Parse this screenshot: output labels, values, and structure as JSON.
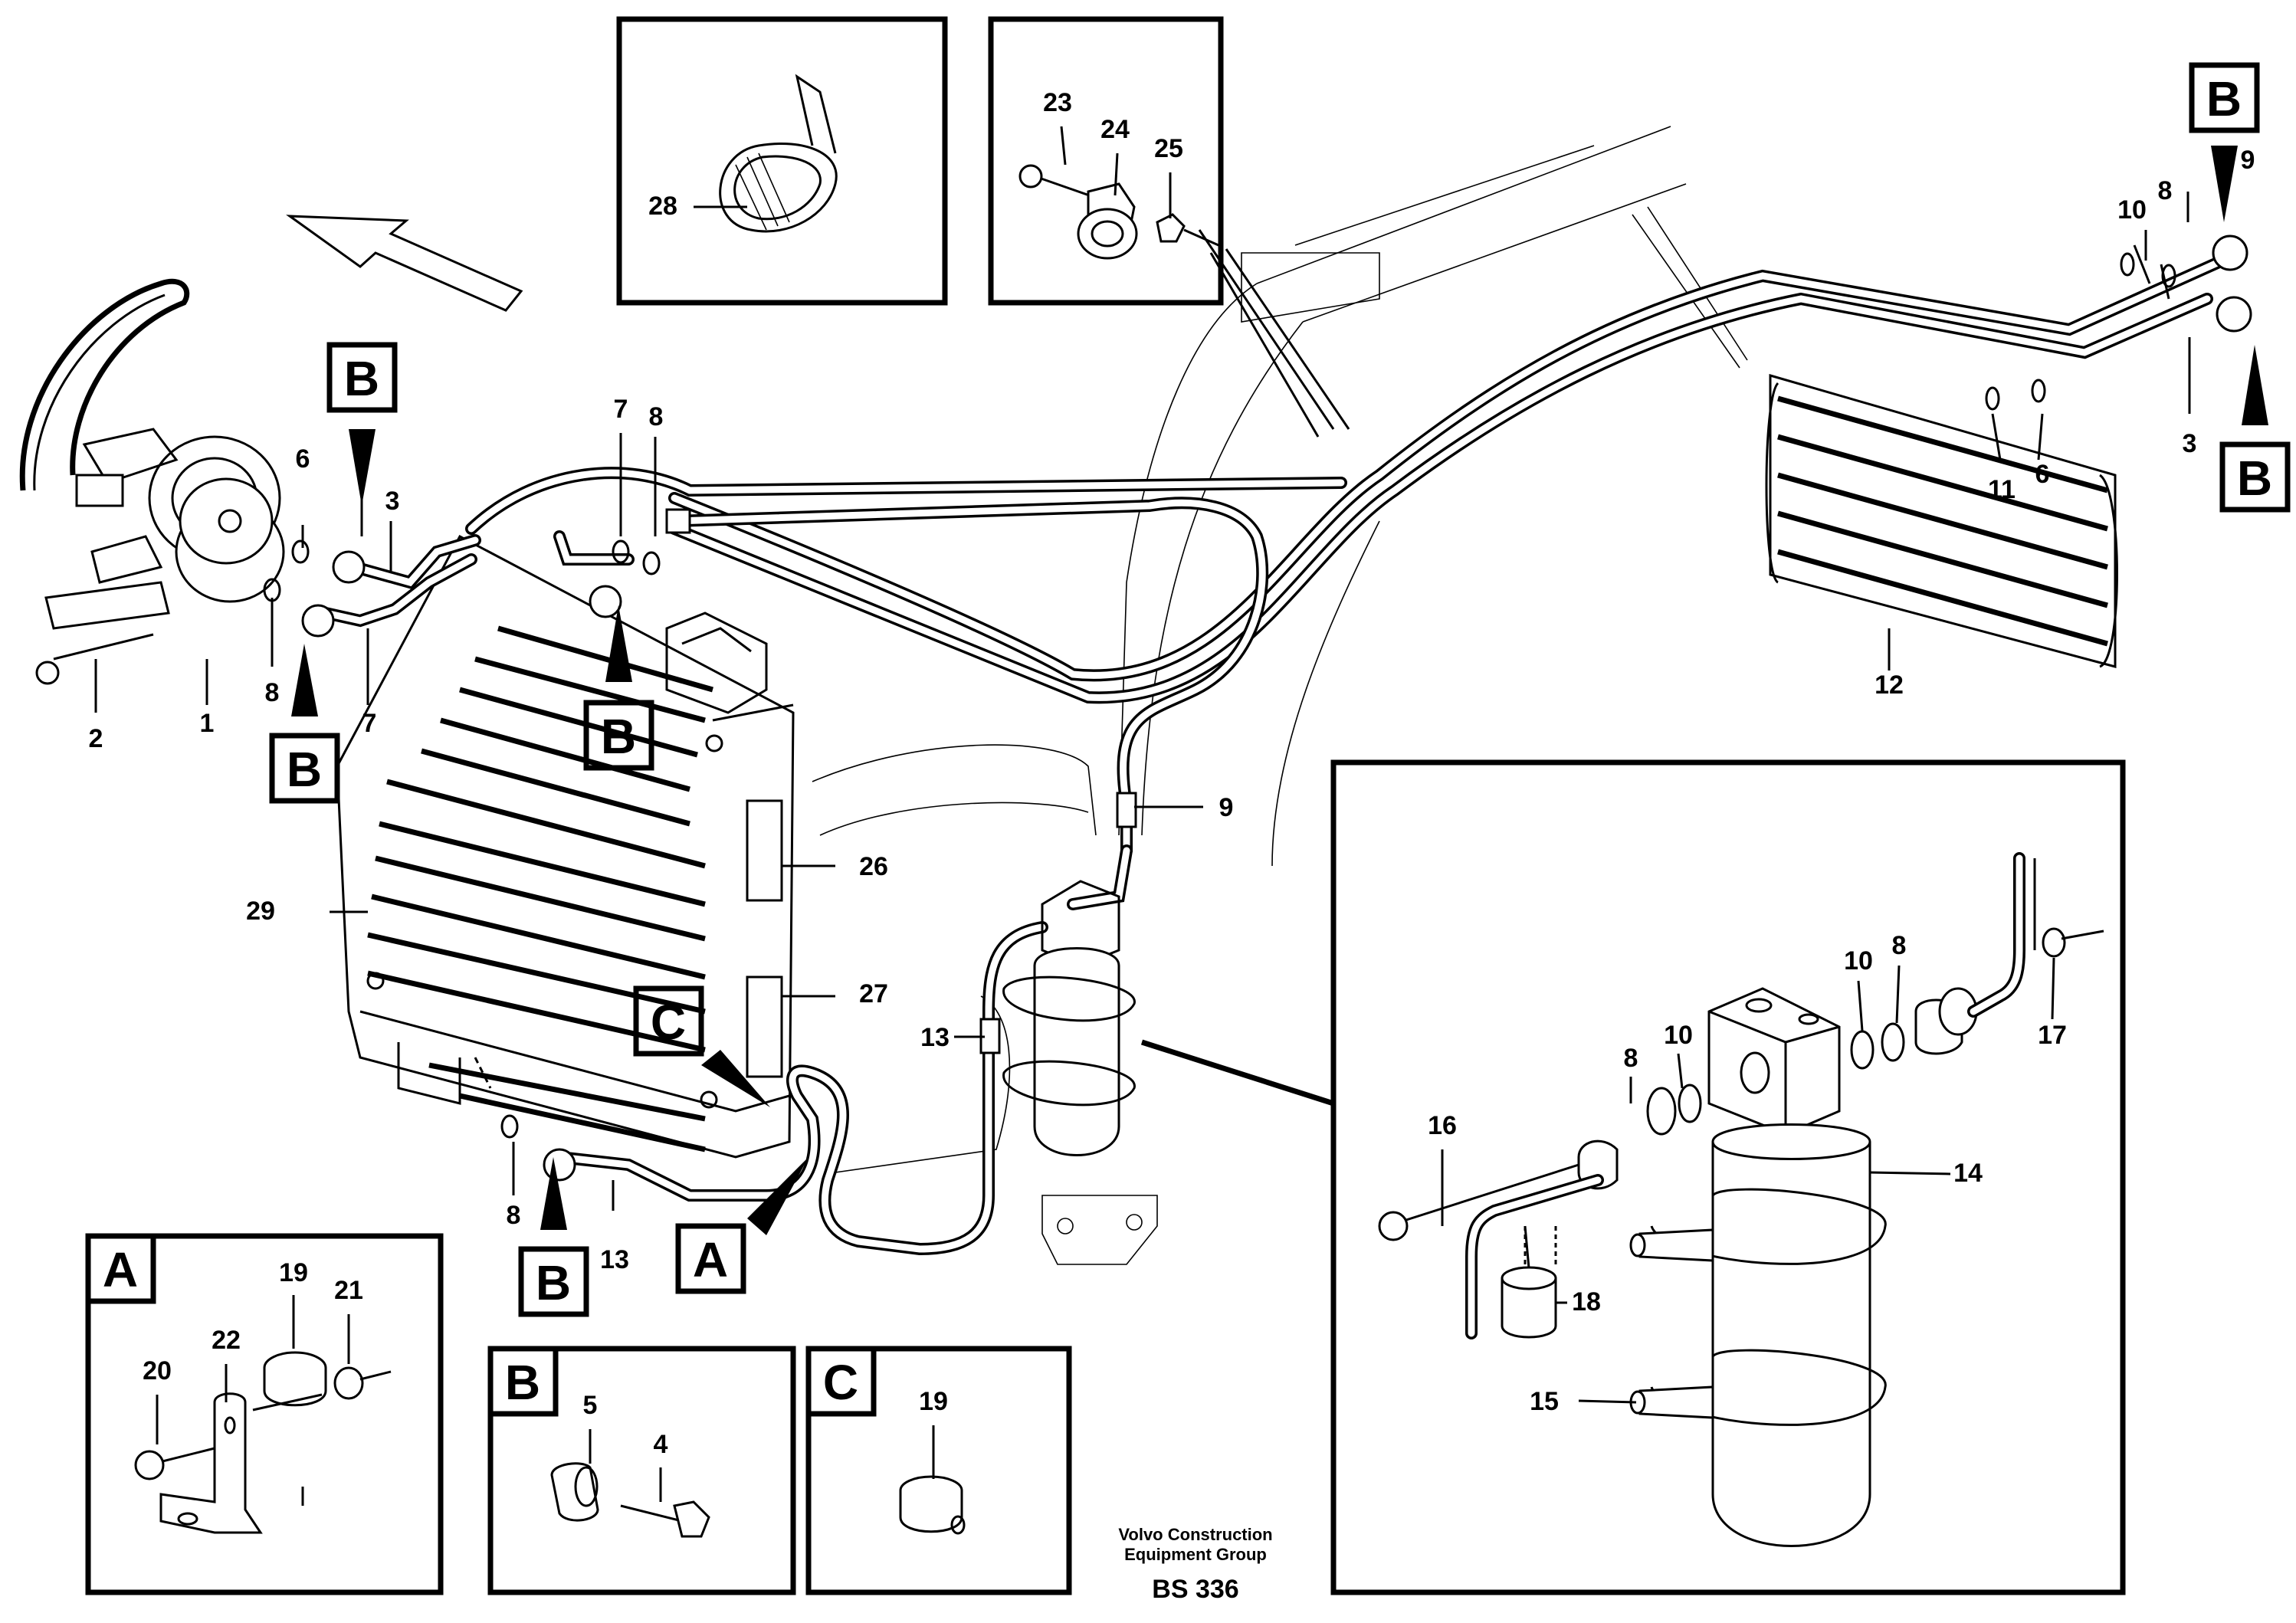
{
  "labels": {
    "p1": "1",
    "p2": "2",
    "p3a": "3",
    "p3b": "3",
    "p4": "4",
    "p5": "5",
    "p6a": "6",
    "p6b": "6",
    "p7a": "7",
    "p7b": "7",
    "p8a": "8",
    "p8b": "8",
    "p8c": "8",
    "p8d": "8",
    "p8e": "8",
    "p8f": "8",
    "p9a": "9",
    "p9b": "9",
    "p10a": "10",
    "p10b": "10",
    "p10c": "10",
    "p11": "11",
    "p12": "12",
    "p13a": "13",
    "p13b": "13",
    "p14": "14",
    "p15": "15",
    "p16": "16",
    "p17": "17",
    "p18": "18",
    "p19a": "19",
    "p19b": "19",
    "p20": "20",
    "p21": "21",
    "p22": "22",
    "p23": "23",
    "p24": "24",
    "p25": "25",
    "p26": "26",
    "p27": "27",
    "p28": "28",
    "p29": "29"
  },
  "callouts": {
    "b1": "B",
    "b2": "B",
    "b3": "B",
    "b4": "B",
    "b5": "B",
    "b6": "B",
    "a1": "A",
    "c1": "C"
  },
  "detail_boxes": {
    "a_title": "A",
    "b_title": "B",
    "c_title": "C"
  },
  "footer": {
    "company_line1": "Volvo Construction",
    "company_line2": "Equipment Group",
    "code": "BS 336"
  }
}
